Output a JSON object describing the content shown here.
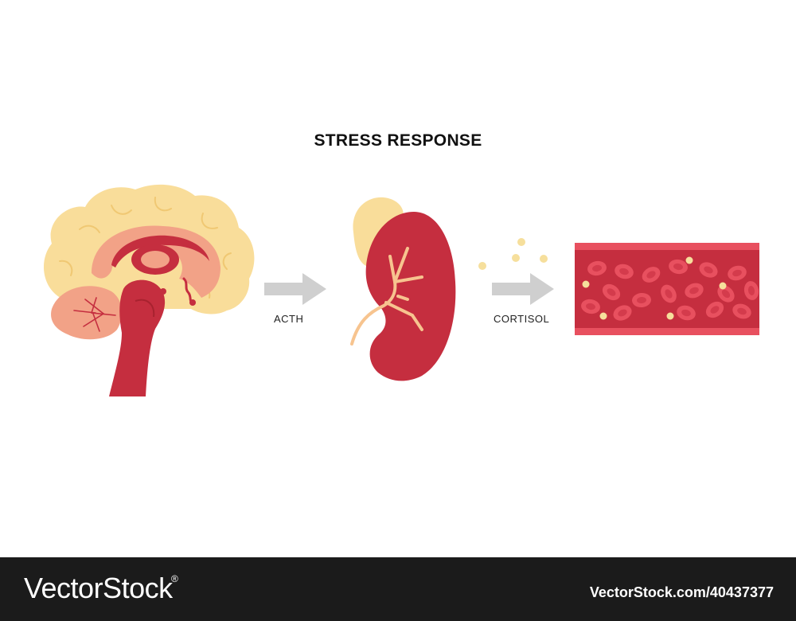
{
  "diagram": {
    "title": "STRESS RESPONSE",
    "steps": [
      {
        "label": "ACTH"
      },
      {
        "label": "CORTISOL"
      }
    ],
    "colors": {
      "tissue_red": "#c52e3f",
      "brain_yellow": "#f9dd9a",
      "brain_salmon": "#f2a287",
      "arrow_gray": "#cfcfcf",
      "cortisol_dot": "#f6df9c",
      "blood_cell": "#e8505f"
    }
  },
  "footer": {
    "brand": "VectorStock",
    "trademark": "®",
    "image_id": "VectorStock.com/40437377"
  }
}
